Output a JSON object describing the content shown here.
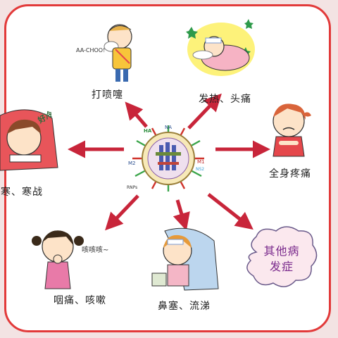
{
  "symptoms": {
    "sneezing": "打喷嚏",
    "fever_headache": "发热、头痛",
    "body_ache": "全身疼痛",
    "chills": "畏寒、寒战",
    "sore_throat_cough": "咽痛、咳嗽",
    "stuffy_runny_nose": "鼻塞、流涕",
    "complications": "其他病发症"
  },
  "virus_labels": {
    "ha": "HA",
    "na": "NA",
    "m1": "M1",
    "m2": "M2",
    "ns2": "NS2",
    "rnps": "RNPs"
  },
  "cartoon_text": {
    "sneeze_sound": "AA-CHOO!",
    "cough_sound": "咳咳咳~",
    "cold_sign": "好冷"
  },
  "colors": {
    "frame": "#e23a3a",
    "arrow": "#c8253a",
    "virus_spike_green": "#3aa54a",
    "virus_spike_red": "#d0342c",
    "complication_text": "#7a2a8c"
  }
}
